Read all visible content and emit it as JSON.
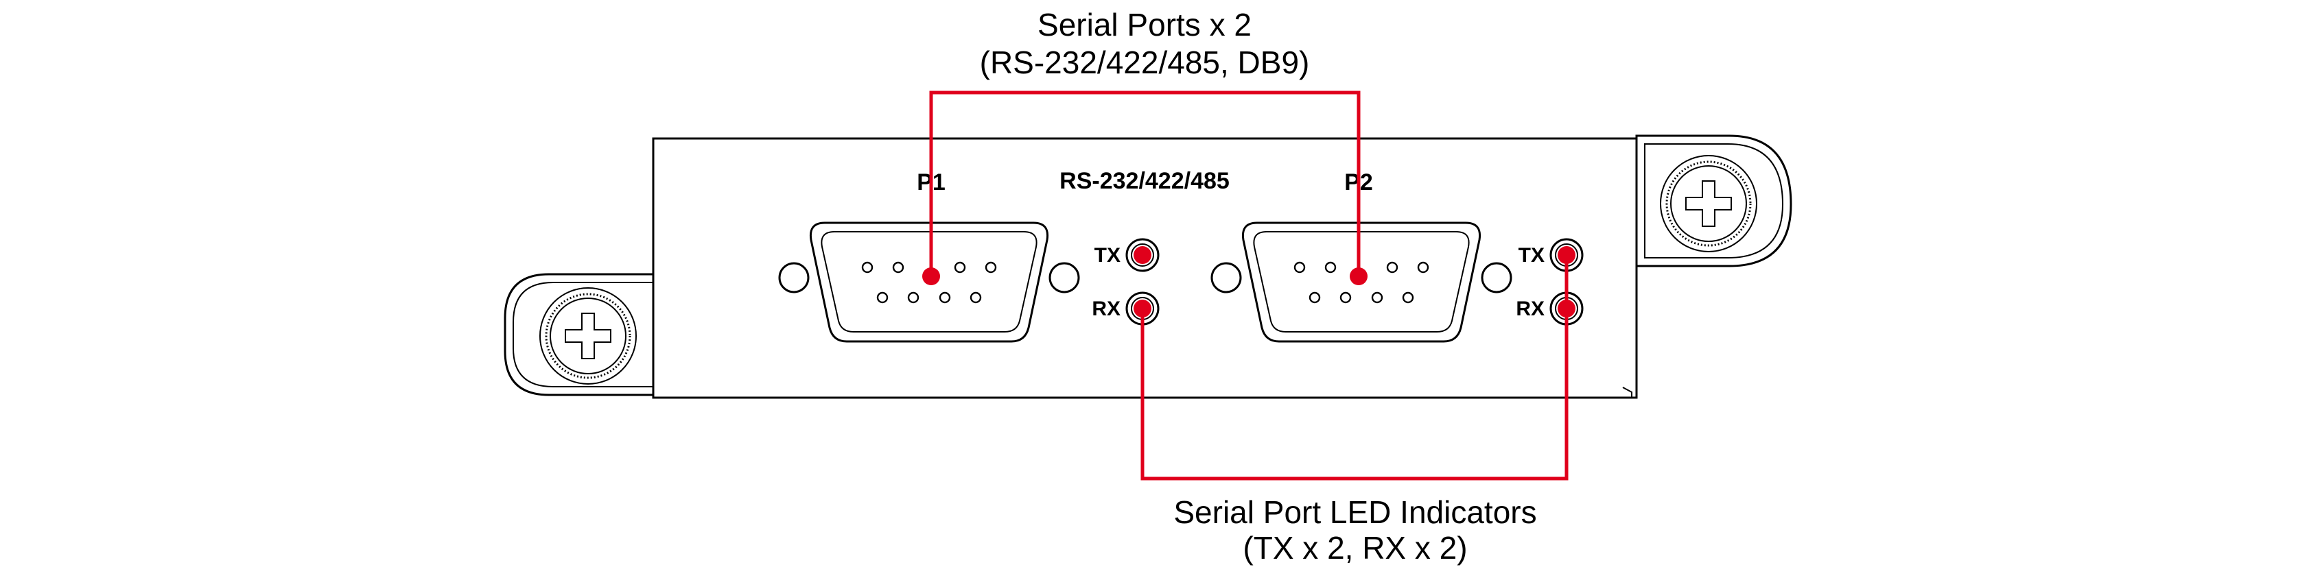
{
  "labels": {
    "panel_title": "RS-232/422/485",
    "port1": "P1",
    "port2": "P2",
    "tx": "TX",
    "rx": "RX"
  },
  "callouts": {
    "serial_ports_line1": "Serial Ports x 2",
    "serial_ports_line2": "(RS-232/422/485, DB9)",
    "led_line1": "Serial Port LED Indicators",
    "led_line2": "(TX x 2, RX x 2)"
  },
  "icons": {
    "screw": "screw-icon",
    "connector": "db9-connector-icon",
    "led": "led-icon"
  },
  "colors": {
    "accent": "#e0001b",
    "line": "#000000",
    "background": "#ffffff"
  }
}
